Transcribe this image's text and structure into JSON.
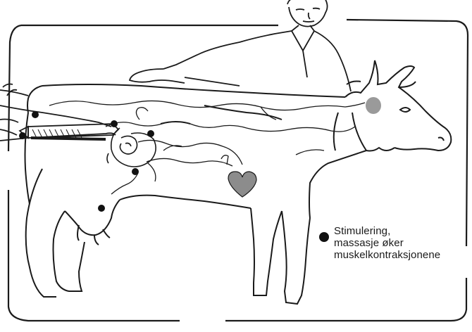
{
  "legend": {
    "line1": "Stimulering,",
    "line2": "massasje øker",
    "line3": "muskelkontraksjonene"
  },
  "colors": {
    "ink": "#1a1a1a",
    "dot": "#111111",
    "head_patch": "#9a9a9a",
    "heart_fill": "#8c8c8c",
    "background": "#ffffff"
  },
  "icons": [
    "stimulation-dot-icon",
    "heart-icon"
  ]
}
